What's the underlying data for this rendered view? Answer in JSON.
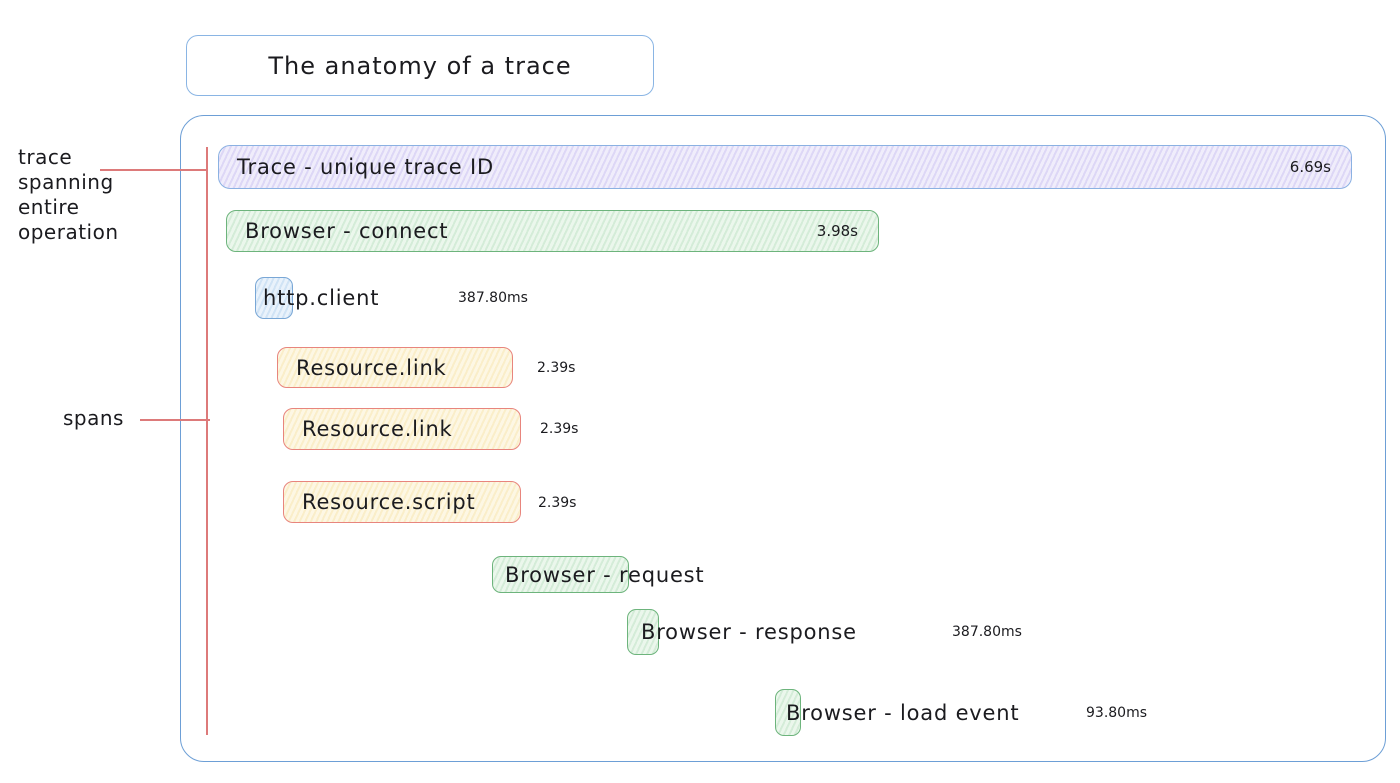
{
  "title": "The anatomy of a trace",
  "annotations": {
    "trace": "trace\nspanning\nentire\noperation",
    "spans": "spans"
  },
  "rows": {
    "trace": {
      "label": "Trace - unique trace ID",
      "duration": "6.69s"
    },
    "browser_connect": {
      "label": "Browser - connect",
      "duration": "3.98s"
    },
    "http_client": {
      "label": "http.client",
      "duration": "387.80ms"
    },
    "resource_link_1": {
      "label": "Resource.link",
      "duration": "2.39s"
    },
    "resource_link_2": {
      "label": "Resource.link",
      "duration": "2.39s"
    },
    "resource_script": {
      "label": "Resource.script",
      "duration": "2.39s"
    },
    "browser_request": {
      "label": "Browser - request"
    },
    "browser_response": {
      "label": "Browser - response",
      "duration": "387.80ms"
    },
    "browser_load_event": {
      "label": "Browser - load event",
      "duration": "93.80ms"
    }
  },
  "colors": {
    "container_border": "#6d9fd6",
    "title_border": "#8ab5e4",
    "trace_border": "#8bb1e2",
    "trace_fill": "#e7e2f9",
    "green_border": "#6db47c",
    "green_fill": "#e0f1e2",
    "yellow_fill": "#fbf2d6",
    "red_border": "#e8857d",
    "blue_border": "#79a7d6",
    "blue_fill": "#dceafa",
    "connector": "#dd7a7a",
    "text": "#1b1b1f"
  }
}
